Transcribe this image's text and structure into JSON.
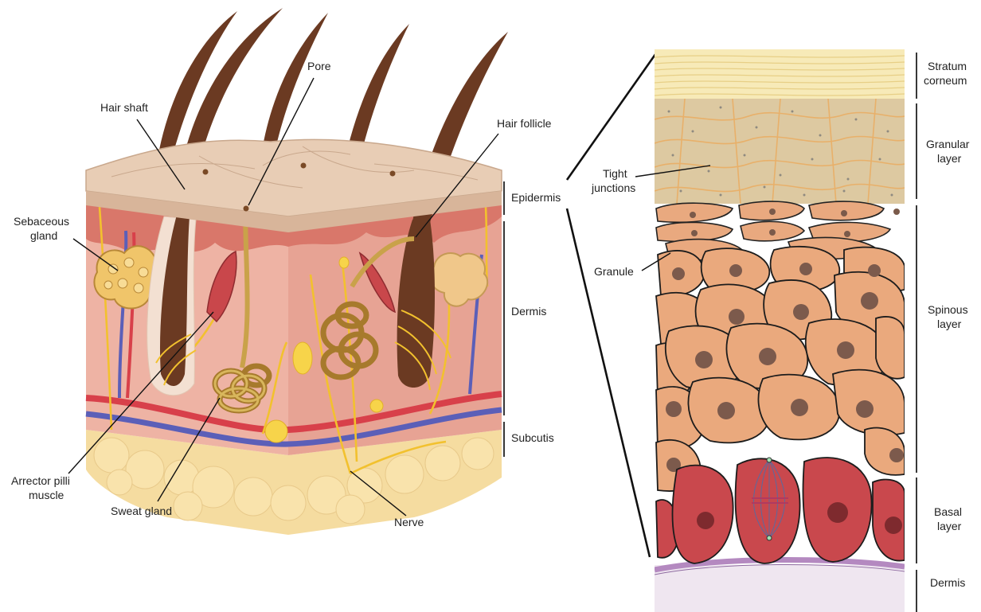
{
  "skin_labels": {
    "pore": "Pore",
    "hair_shaft": "Hair shaft",
    "hair_follicle": "Hair follicle",
    "sebaceous_gland": [
      "Sebaceous",
      "gland"
    ],
    "arrector_pili_muscle": [
      "Arrector pilli",
      "muscle"
    ],
    "sweat_gland": "Sweat gland",
    "nerve": "Nerve",
    "epidermis": "Epidermis",
    "dermis": "Dermis",
    "subcutis": "Subcutis"
  },
  "epidermis_labels": {
    "stratum_corneum": [
      "Stratum",
      "corneum"
    ],
    "granular_layer": [
      "Granular",
      "layer"
    ],
    "spinous_layer": [
      "Spinous",
      "layer"
    ],
    "basal_layer": [
      "Basal",
      "layer"
    ],
    "dermis": "Dermis",
    "tight_junctions": [
      "Tight",
      "junctions"
    ],
    "granule": "Granule"
  },
  "colors": {
    "skin_surface": "#e8cdb5",
    "dermis": "#e9a99b",
    "subcutis_fat": "#f5dca0",
    "hair": "#6b3a22",
    "nerve": "#f2c12e",
    "artery": "#d8404a",
    "vein": "#5b5fb8",
    "gland": "#c9a24a",
    "stratum_corneum": "#f7eab8",
    "granular_cell": "#d9c6a0",
    "spinous_cell": "#eaa97d",
    "basal_cell": "#c9484d",
    "dermis_strip": "#efe6f0"
  }
}
